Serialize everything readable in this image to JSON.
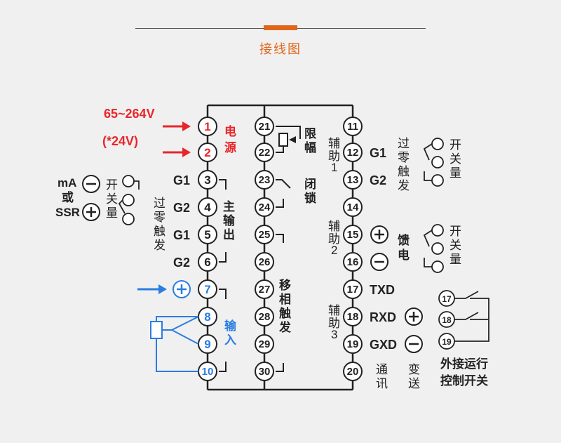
{
  "header": {
    "title": "接线图"
  },
  "power": {
    "voltage1": "65~264V",
    "voltage2": "(*24V)",
    "label_1": "电",
    "label_2": "源"
  },
  "left_column": {
    "terminals": [
      "1",
      "2",
      "3",
      "4",
      "5",
      "6",
      "7",
      "8",
      "9",
      "10"
    ],
    "g_labels": [
      "G1",
      "G2",
      "G1",
      "G2"
    ],
    "main_output": [
      "主",
      "输",
      "出"
    ],
    "input_label": [
      "输",
      "入"
    ],
    "ma_label": "mA",
    "or_label": "或",
    "ssr_label": "SSR",
    "switch_label": [
      "开",
      "关",
      "量"
    ],
    "zero_cross_label": [
      "过",
      "零",
      "触",
      "发"
    ]
  },
  "middle_column": {
    "terminals": [
      "21",
      "22",
      "23",
      "24",
      "25",
      "26",
      "27",
      "28",
      "29",
      "30"
    ],
    "limit_label": [
      "限",
      "幅"
    ],
    "lock_label": [
      "闭",
      "锁"
    ],
    "phase_label": [
      "移",
      "相",
      "触",
      "发"
    ]
  },
  "right_column": {
    "terminals": [
      "11",
      "12",
      "13",
      "14",
      "15",
      "16",
      "17",
      "18",
      "19",
      "20"
    ],
    "aux1": [
      "辅",
      "助",
      "1"
    ],
    "aux2": [
      "辅",
      "助",
      "2"
    ],
    "aux3": [
      "辅",
      "助",
      "3"
    ],
    "g1": "G1",
    "g2": "G2",
    "zero_cross_label": [
      "过",
      "零",
      "触",
      "发"
    ],
    "switch_label": [
      "开",
      "关",
      "量"
    ],
    "feed_label": [
      "馈",
      "电"
    ],
    "txd": "TXD",
    "rxd": "RXD",
    "gxd": "GXD",
    "comm_label": [
      "通",
      "讯"
    ],
    "transmit_label": [
      "变",
      "送"
    ]
  },
  "ext_control": {
    "terminals": [
      "17",
      "18",
      "19"
    ],
    "line1": "外接运行",
    "line2": "控制开关"
  },
  "colors": {
    "accent": "#e0661a",
    "red": "#e8262a",
    "blue": "#2a7de1",
    "line": "#222222",
    "background": "#f0f0f0"
  }
}
